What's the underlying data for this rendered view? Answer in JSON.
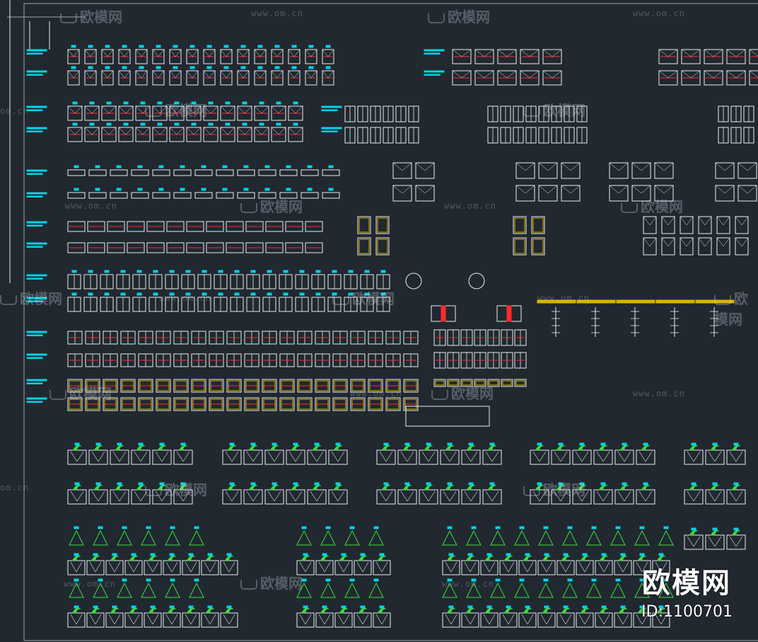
{
  "watermark": {
    "brand": "欧模网",
    "site": "www.om.cn",
    "site_short": "om.cn"
  },
  "corner_logo": {
    "brand": "欧模网",
    "id_text": "ID:1100701"
  },
  "colors": {
    "background": "#212830",
    "outline": "#e8eef2",
    "annotation": "#00d4e6",
    "dimension": "#00b8ff",
    "marker": "#ff2a2a",
    "plant": "#3ddc3d",
    "hatch": "#d9b400",
    "frame": "#9aa3ab"
  }
}
